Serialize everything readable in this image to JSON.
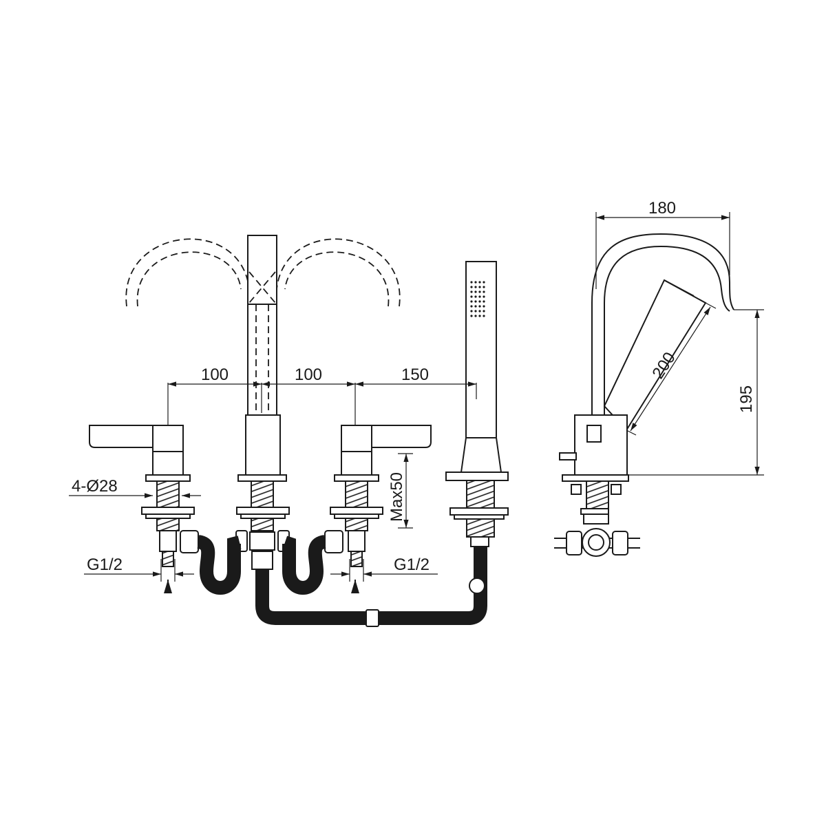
{
  "dimensions": {
    "spacing_left": "100",
    "spacing_right": "100",
    "spacing_shower": "150",
    "holes": "4-Ø28",
    "max_deck": "Max50",
    "inlet_left": "G1/2",
    "inlet_right": "G1/2",
    "side_width": "180",
    "side_height": "195",
    "side_shower_length": "200"
  }
}
